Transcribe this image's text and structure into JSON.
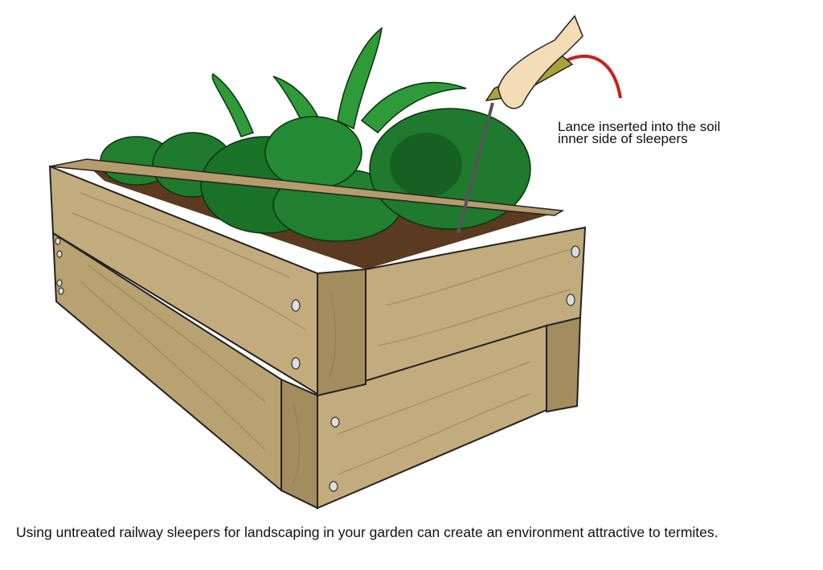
{
  "annotation": {
    "line1": "Lance inserted into the soil",
    "line2": "inner side of sleepers"
  },
  "caption": "Using untreated railway sleepers for landscaping in your garden can create an environment attractive to termites.",
  "colors": {
    "wood": "#c2ab7c",
    "wood_dark": "#a38c5e",
    "foliage": "#1f7a2e",
    "foliage_dark": "#0f4f1a",
    "hose": "#c8221a",
    "handle": "#a9a43a",
    "skin": "#f3dcb6"
  }
}
